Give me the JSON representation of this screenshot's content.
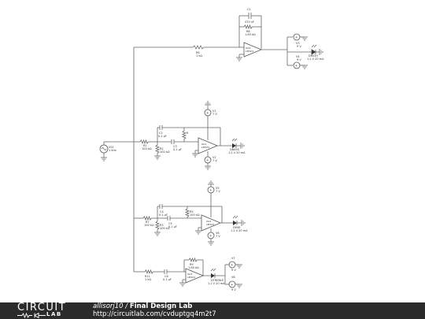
{
  "footer": {
    "logo_top": "CIRCUIT",
    "logo_bottom": "LAB",
    "author": "allisorj10",
    "separator": " / ",
    "title": "Final Design Lab",
    "url": "http://circuitlab.com/cvduptgq4m2t7"
  },
  "labels": {
    "c1": "C1",
    "c1v": "470 nF",
    "r8": "R8",
    "r8v": "1.65 kΩ",
    "r6": "R6",
    "r6v": "1 kΩ",
    "oa4": "OA4",
    "oa4v": "LM324",
    "v3": "V3",
    "v3v": "9 V",
    "v4": "V4",
    "v4v": "9 V",
    "d3": "DHIGH",
    "d3v": "1.2 V 20 mA",
    "v1": "V1",
    "v1v": "7 V",
    "r2": "R2",
    "r2v": "100 kΩ",
    "c2": "C2",
    "c2v": "0.1 μF",
    "r1": "R1",
    "r1v": "100 kΩ",
    "c3": "C3",
    "c3v": "0.1 μF",
    "oa1": "OA1",
    "oa1v": "LM324",
    "d1": "DBASS",
    "d1v": "1.2 V 20 mA",
    "v2": "V2",
    "v2v": "7 V",
    "vs": "VS1",
    "vsv": "1 kHz",
    "v5": "V5",
    "v5v": "7 V",
    "c4": "C4",
    "c4v": "0.1 μF",
    "r3": "R3",
    "r3v": "100 kΩ",
    "r7": "R7",
    "r7v": "100 kΩ",
    "r5": "R5",
    "r5v": "100 kΩ",
    "c5": "C5",
    "c5v": "0.1 μF",
    "oa2": "OA2",
    "oa2v": "LM324",
    "d2": "DMID",
    "d2v": "1.2 V 20 mA",
    "v6": "V6",
    "v6v": "7 V",
    "r9": "R9",
    "r9v": "1.65 kΩ",
    "r11": "R11",
    "r11v": "1 kΩ",
    "c6": "C6",
    "c6v": "0.1 μF",
    "oa3": "OA3",
    "oa3v": "LM324",
    "d4": "DTREBLE",
    "d4v": "1.2 V 20 mA",
    "v7": "V7",
    "v7v": "9 V",
    "v8": "V8",
    "v8v": "9 V"
  }
}
